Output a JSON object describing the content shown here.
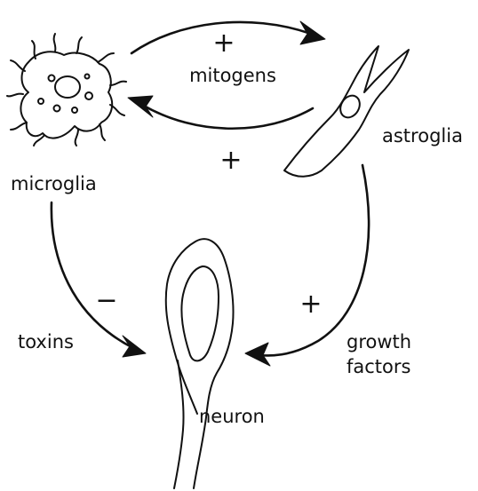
{
  "diagram": {
    "cells": {
      "microglia": "microglia",
      "astroglia": "astroglia",
      "neuron": "neuron"
    },
    "interactions": {
      "mitogens_label": "mitogens",
      "mitogens_sign_top": "+",
      "return_sign": "+",
      "toxins_label": "toxins",
      "toxins_sign": "−",
      "growth_sign": "+",
      "growth_label_line1": "growth",
      "growth_label_line2": "factors"
    }
  }
}
